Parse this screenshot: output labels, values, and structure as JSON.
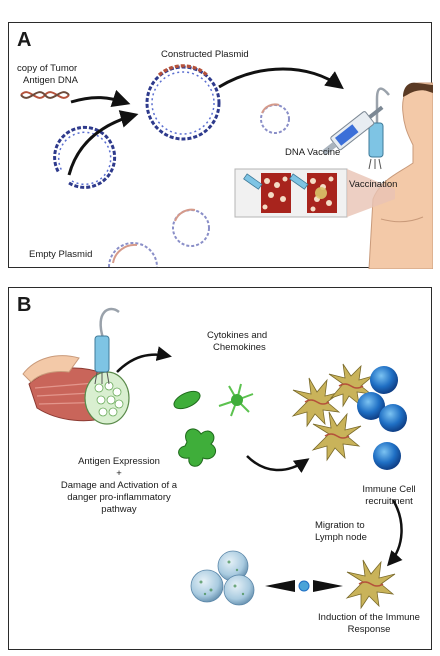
{
  "panel_a": {
    "letter": "A",
    "tumor_dna_label_line1": "copy of Tumor",
    "tumor_dna_label_line2": "Antigen DNA",
    "constructed_plasmid_label": "Constructed Plasmid",
    "empty_plasmid_label": "Empty Plasmid",
    "dna_vaccine_label": "DNA Vaccine",
    "vaccination_label": "Vaccination"
  },
  "panel_b": {
    "letter": "B",
    "cytokines_line1": "Cytokines and",
    "cytokines_line2": "Chemokines",
    "antigen_expression": "Antigen Expression",
    "plus": "+",
    "damage_line1": "Damage and Activation of a",
    "damage_line2": "danger pro-inflammatory",
    "damage_line3": "pathway",
    "immune_cell_line1": "Immune Cell",
    "immune_cell_line2": "recruitment",
    "migration_line1": "Migration to",
    "migration_line2": "Lymph node",
    "induction_line1": "Induction of the Immune",
    "induction_line2": "Response"
  },
  "colors": {
    "dna_blue": "#2e3a8c",
    "dna_red": "#b5523b",
    "arrow": "#111111",
    "skin": "#f3c9a8",
    "muscle": "#c9655a",
    "cell_green": "#3fae3a",
    "immune_blue": "#1f6fc4",
    "dendritic": "#c9b35a"
  }
}
